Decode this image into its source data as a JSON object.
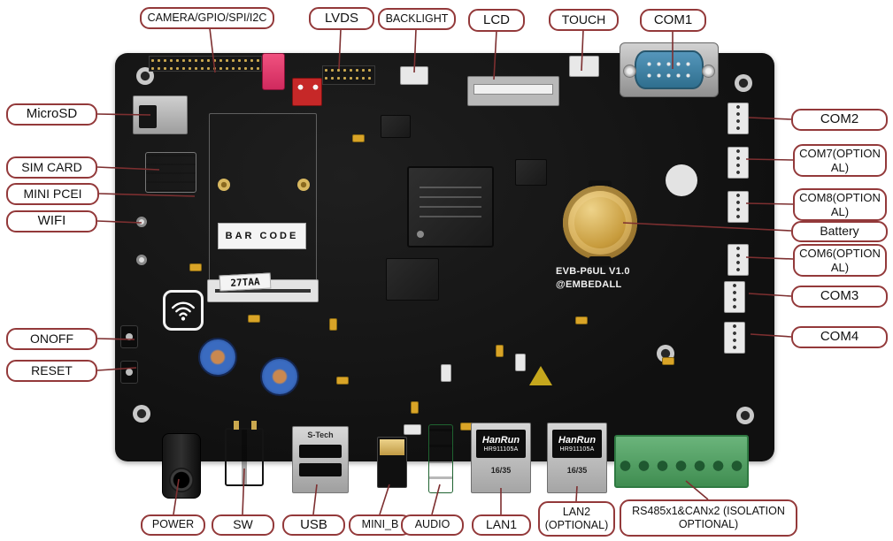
{
  "callouts": {
    "camera": "CAMERA/GPIO/SPI/I2C",
    "lvds": "LVDS",
    "backlight": "BACKLIGHT",
    "lcd": "LCD",
    "touch": "TOUCH",
    "com1": "COM1",
    "microsd": "MicroSD",
    "sim_card": "SIM CARD",
    "mini_pcei": "MINI PCEI",
    "wifi": "WIFI",
    "onoff": "ONOFF",
    "reset": "RESET",
    "com2": "COM2",
    "com7": "COM7(OPTIONAL)",
    "com8": "COM8(OPTIONAL)",
    "battery": "Battery",
    "com6": "COM6(OPTIONAL)",
    "com3": "COM3",
    "com4": "COM4",
    "power": "POWER",
    "sw": "SW",
    "usb": "USB",
    "mini_b": "MINI_B",
    "audio": "AUDIO",
    "lan1": "LAN1",
    "lan2": "LAN2 (OPTIONAL)",
    "rs485": "RS485x1&CANx2 (ISOLATION OPTIONAL)"
  },
  "board": {
    "title": "EVB-P6UL V1.0",
    "maker": "@EMBEDALL",
    "barcode": "BAR CODE",
    "module_code": "27TAA",
    "usb_brand": "S-Tech",
    "lan": {
      "brand": "HanRun",
      "model": "HR911105A",
      "code": "16/35"
    }
  },
  "colors": {
    "callout_border": "#93393a",
    "pcb": "#141414",
    "terminal_green": "#4aa45e",
    "db9_blue": "#4585ad"
  }
}
